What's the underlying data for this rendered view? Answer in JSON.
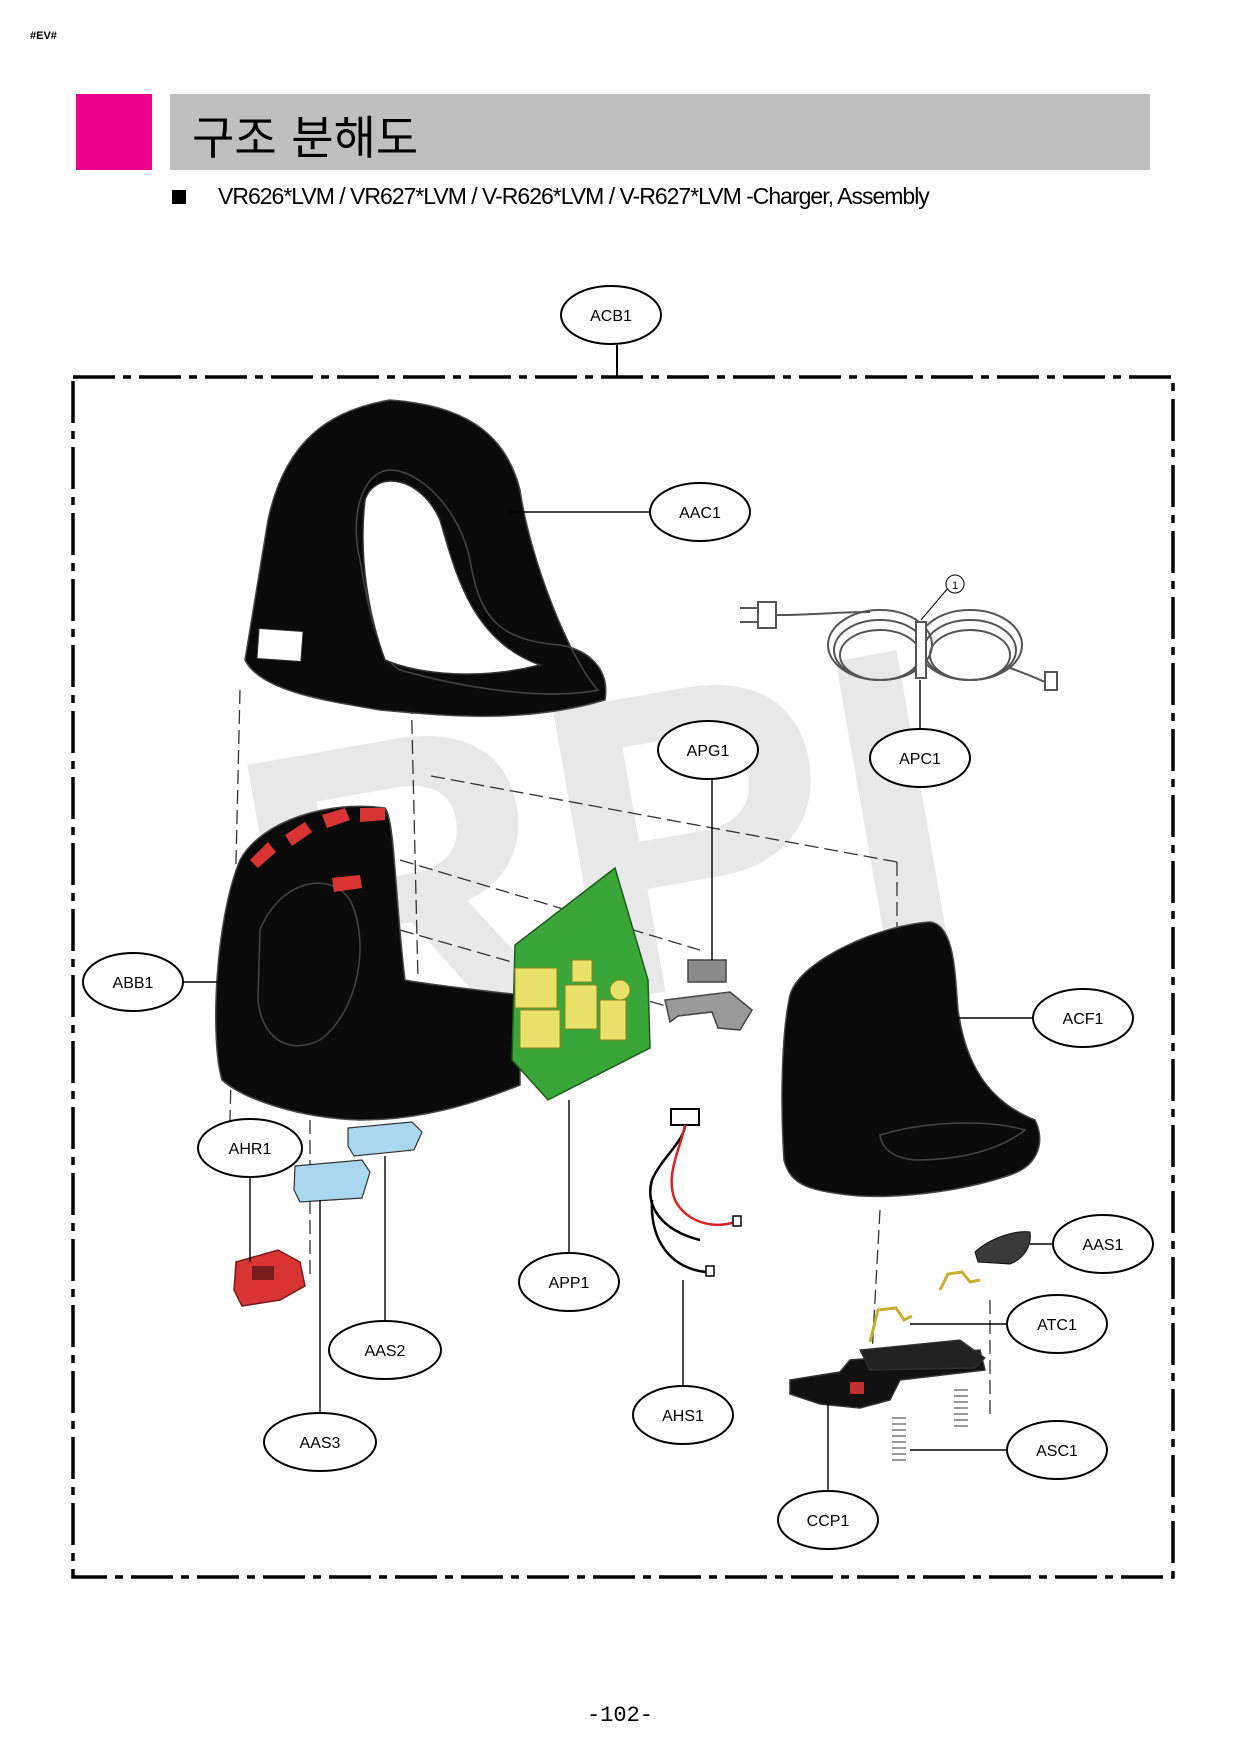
{
  "header": {
    "code": "#EV#",
    "title": "구조 분해도",
    "subtitle": "VR626*LVM / VR627*LVM / V-R626*LVM / V-R627*LVM -Charger, Assembly",
    "accent_color": "#ec008c"
  },
  "callouts": {
    "acb1": "ACB1",
    "aac1": "AAC1",
    "apg1": "APG1",
    "apc1": "APC1",
    "abb1": "ABB1",
    "acf1": "ACF1",
    "ahr1": "AHR1",
    "aas2": "AAS2",
    "aas3": "AAS3",
    "app1": "APP1",
    "ahs1": "AHS1",
    "aas1": "AAS1",
    "atc1": "ATC1",
    "asc1": "ASC1",
    "ccp1": "CCP1",
    "marker_1": "1"
  },
  "watermark": "RPI",
  "page_number": "-102-"
}
